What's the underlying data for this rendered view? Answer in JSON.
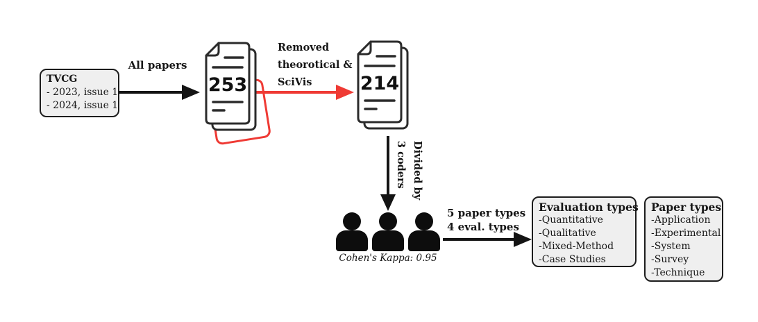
{
  "colors": {
    "accent_red": "#ef3a34",
    "ink": "#161616",
    "box_fill": "#efefef"
  },
  "source_box": {
    "title": "TVCG",
    "lines": [
      "- 2023, issue 1",
      "- 2024, issue 1"
    ]
  },
  "all_papers_arrow": {
    "label": "All papers"
  },
  "doc_stack_1": {
    "count": "253"
  },
  "removed_note": {
    "lines": [
      "Removed",
      "theorotical &",
      "SciVis"
    ]
  },
  "doc_stack_2": {
    "count": "214"
  },
  "divided_note": {
    "lines": [
      "Divided by",
      "3 coders"
    ]
  },
  "coders": {
    "count": 3,
    "kappa_label": "Cohen's Kappa: 0.95"
  },
  "types_arrow": {
    "lines": [
      "5 paper types",
      "4 eval. types"
    ]
  },
  "evaluation_types_box": {
    "title": "Evaluation types",
    "items": [
      "-Quantitative",
      "-Qualitative",
      "-Mixed-Method",
      "-Case Studies"
    ]
  },
  "paper_types_box": {
    "title": "Paper types",
    "items": [
      "-Application",
      "-Experimental",
      "-System",
      "-Survey",
      "-Technique"
    ]
  }
}
